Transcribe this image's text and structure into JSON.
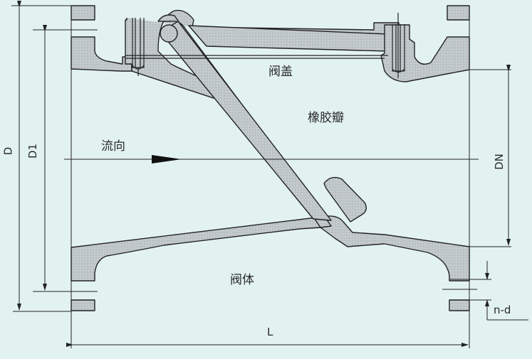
{
  "diagram": {
    "type": "swing check valve cross-section (rubber flap)",
    "colors": {
      "background": "#e2f2f1",
      "section_fill": "#bfc6c9",
      "line": "#222222"
    },
    "part_labels": {
      "bonnet": "阀盖",
      "rubber_disc": "橡胶瓣",
      "flow_direction": "流向",
      "body": "阀体"
    },
    "dimension_labels": {
      "flange_od": "D",
      "bolt_circle": "D1",
      "nominal_diameter": "DN",
      "length": "L",
      "bolt_holes": "n-d"
    }
  }
}
